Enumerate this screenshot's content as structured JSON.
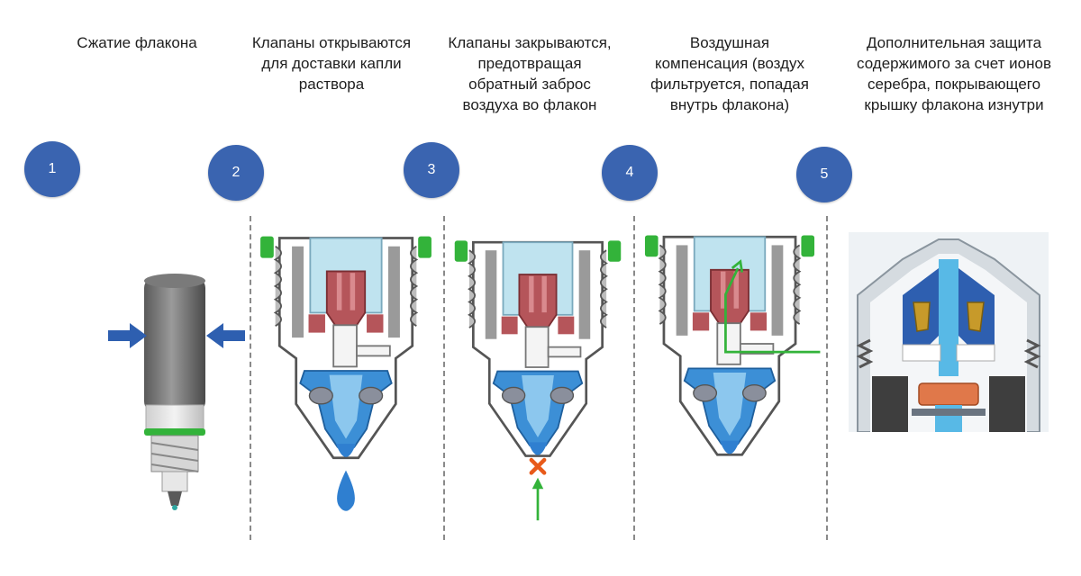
{
  "steps": [
    {
      "number": "1",
      "caption": "Сжатие флакона"
    },
    {
      "number": "2",
      "caption": "Клапаны открываются\nдля доставки капли\nраствора"
    },
    {
      "number": "3",
      "caption": "Клапаны закрываются,\nпредотвращая\nобратный заброс\nвоздуха во флакон"
    },
    {
      "number": "4",
      "caption": "Воздушная\nкомпенсация (воздух\nфильтруется, попадая\nвнутрь флакона)"
    },
    {
      "number": "5",
      "caption": "Дополнительная защита\nсодержимого за счет ионов\nсеребра, покрывающего\nкрышку флакона изнутри"
    }
  ],
  "icons": {
    "squeeze_arrows": "blue-arrow-icon",
    "drop": "water-drop-icon",
    "blocked": "red-x-icon",
    "airflow": "green-arrow-icon"
  },
  "colors": {
    "circle": "#3a64b0",
    "liquid": "#3c8fd6",
    "valve_red": "#b5555a",
    "green": "#33b33a",
    "orange_x": "#e85a1a",
    "gold": "#c79a2a",
    "silver_orange": "#e0784a"
  }
}
